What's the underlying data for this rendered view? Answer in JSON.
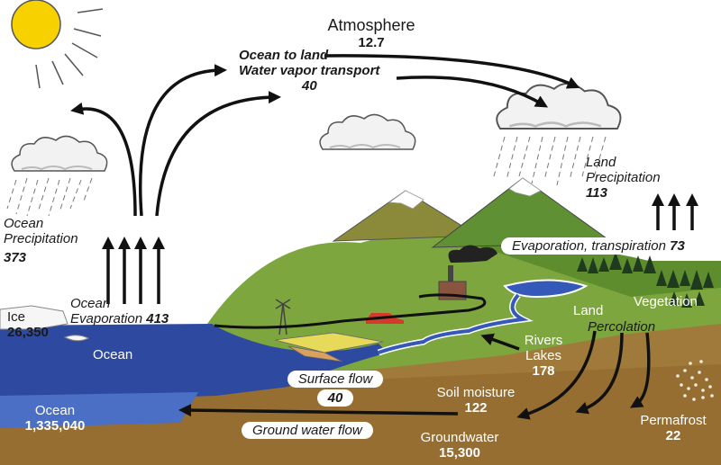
{
  "atmosphere": {
    "label": "Atmosphere",
    "value": "12.7"
  },
  "ocean_to_land": {
    "line1": "Ocean to land",
    "line2": "Water vapor transport",
    "value": "40"
  },
  "land_precipitation": {
    "line1": "Land",
    "line2": "Precipitation",
    "value": "113"
  },
  "ocean_precipitation": {
    "line1": "Ocean",
    "line2": "Precipitation",
    "value": "373"
  },
  "ocean_evaporation": {
    "line1": "Ocean",
    "line2": "Evaporation",
    "value": "413"
  },
  "evapotranspiration": {
    "label": "Evaporation, transpiration",
    "value": "73"
  },
  "vegetation": {
    "label": "Vegetation"
  },
  "land": {
    "label": "Land"
  },
  "percolation": {
    "label": "Percolation"
  },
  "rivers_lakes": {
    "line1": "Rivers",
    "line2": "Lakes",
    "value": "178"
  },
  "ice": {
    "label": "Ice",
    "value": "26,350"
  },
  "ocean_surface": {
    "label": "Ocean"
  },
  "ocean_store": {
    "label": "Ocean",
    "value": "1,335,040"
  },
  "surface_flow": {
    "label": "Surface flow",
    "value": "40"
  },
  "soil_moisture": {
    "label": "Soil moisture",
    "value": "122"
  },
  "ground_water_flow": {
    "label": "Ground water flow"
  },
  "groundwater": {
    "label": "Groundwater",
    "value": "15,300"
  },
  "permafrost": {
    "label": "Permafrost",
    "value": "22"
  }
}
